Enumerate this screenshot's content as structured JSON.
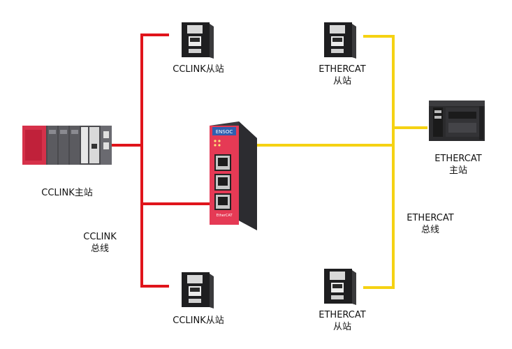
{
  "labels": {
    "cclink_slave_top": "CCLINK从站",
    "cclink_slave_bottom": "CCLINK从站",
    "ethercat_slave_top_1": "ETHERCAT",
    "ethercat_slave_top_2": "从站",
    "ethercat_slave_bottom_1": "ETHERCAT",
    "ethercat_slave_bottom_2": "从站",
    "cclink_master": "CCLINK主站",
    "cclink_bus_1": "CCLINK",
    "cclink_bus_2": "总线",
    "ethercat_master_1": "ETHERCAT",
    "ethercat_master_2": "主站",
    "ethercat_bus_1": "ETHERCAT",
    "ethercat_bus_2": "总线"
  },
  "gateway": {
    "brand_text": "ENSOC",
    "model_text": "EtherCAT"
  },
  "colors": {
    "cclink_line": "#e0141b",
    "ethercat_line": "#f5d213",
    "gateway_red": "#e53a55",
    "gateway_dark": "#3a3a3e"
  }
}
